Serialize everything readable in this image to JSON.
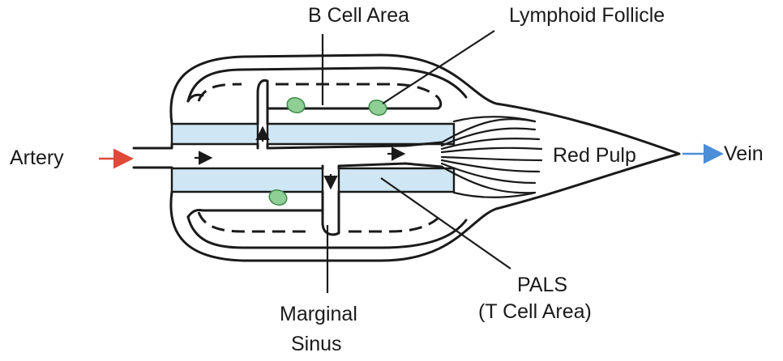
{
  "labels": {
    "b_cell_area": "B Cell Area",
    "lymphoid_follicle": "Lymphoid Follicle",
    "artery": "Artery",
    "red_pulp": "Red Pulp",
    "vein": "Vein",
    "pals_line1": "PALS",
    "pals_line2": "(T Cell Area)",
    "marginal_line1": "Marginal",
    "marginal_line2": "Sinus"
  },
  "colors": {
    "artery_arrow": "#e0483a",
    "vein_arrow": "#4b8fd6",
    "pals_fill": "#cfe6f4",
    "follicle_fill": "#8fcf96",
    "outline": "#1a1a1a"
  }
}
